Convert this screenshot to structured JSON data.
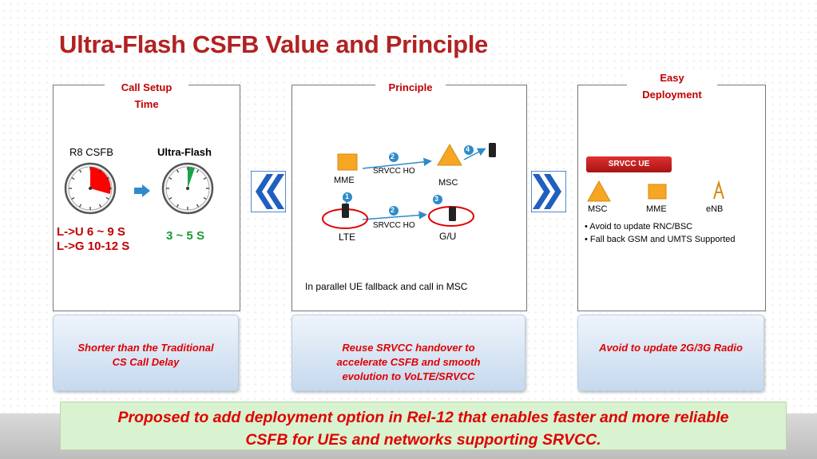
{
  "title": "Ultra-Flash CSFB Value and Principle",
  "panels": {
    "call_setup": {
      "label_line1": "Call Setup",
      "label_line2": "Time",
      "r8_label": "R8 CSFB",
      "ultra_label": "Ultra-Flash",
      "r8_times_line1": "L->U  6 ~ 9 S",
      "r8_times_line2": "L->G 10-12 S",
      "ultra_time": "3 ~ 5 S"
    },
    "principle": {
      "label": "Principle",
      "mme": "MME",
      "msc": "MSC",
      "lte": "LTE",
      "gu": "G/U",
      "srvcc_ho_1": "SRVCC HO",
      "srvcc_ho_2": "SRVCC HO",
      "step1": "1",
      "step2a": "2",
      "step2b": "2",
      "step3": "3",
      "step4": "4",
      "caption": "In parallel UE fallback and call in MSC"
    },
    "deployment": {
      "label_line1": "Easy",
      "label_line2": "Deployment",
      "srvcc_ue": "SRVCC  UE",
      "msc": "MSC",
      "mme": "MME",
      "enb": "eNB",
      "bullet1": "• Avoid to update RNC/BSC",
      "bullet2": "• Fall back GSM and UMTS Supported"
    }
  },
  "bottom": {
    "left_line1": "Shorter than the Traditional",
    "left_line2": "CS Call Delay",
    "mid_line1": "Reuse SRVCC handover to",
    "mid_line2": "accelerate CSFB and smooth",
    "mid_line3": "evolution to VoLTE/SRVCC",
    "right_line1": "Avoid to update 2G/3G Radio"
  },
  "proposal": {
    "line1": "Proposed to add deployment option in Rel-12 that enables faster and more reliable",
    "line2": "CSFB for UEs and networks supporting SRVCC."
  },
  "colors": {
    "title_red": "#b22222",
    "label_red": "#c00000",
    "chevron_blue": "#1f5fbf",
    "arrow_blue": "#2e8bc9",
    "clock_red": "#ff0000",
    "clock_green": "#1aa34a",
    "proposal_green_bg": "#d9f2d0"
  }
}
